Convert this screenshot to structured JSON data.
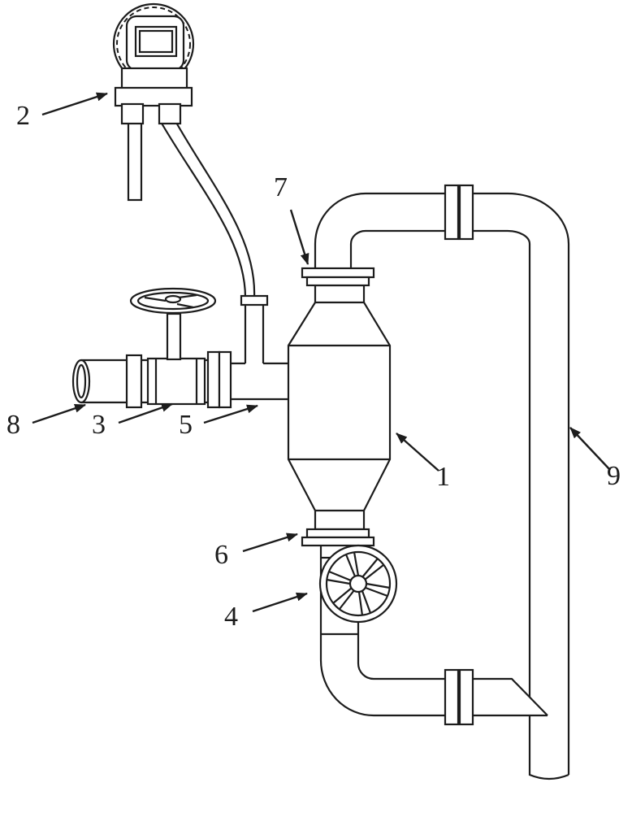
{
  "figure": {
    "colors": {
      "line": "#1c1c1c",
      "bg": "#ffffff"
    },
    "callouts": [
      {
        "label": "1",
        "part": "separator-vessel"
      },
      {
        "label": "2",
        "part": "transmitter-gauge"
      },
      {
        "label": "3",
        "part": "inlet-shutoff-valve"
      },
      {
        "label": "4",
        "part": "drain-handwheel-valve"
      },
      {
        "label": "5",
        "part": "inlet-flange"
      },
      {
        "label": "6",
        "part": "drain-flange"
      },
      {
        "label": "7",
        "part": "vessel-top-flange"
      },
      {
        "label": "8",
        "part": "inlet-pipe-opening"
      },
      {
        "label": "9",
        "part": "riser-pipe"
      }
    ]
  }
}
